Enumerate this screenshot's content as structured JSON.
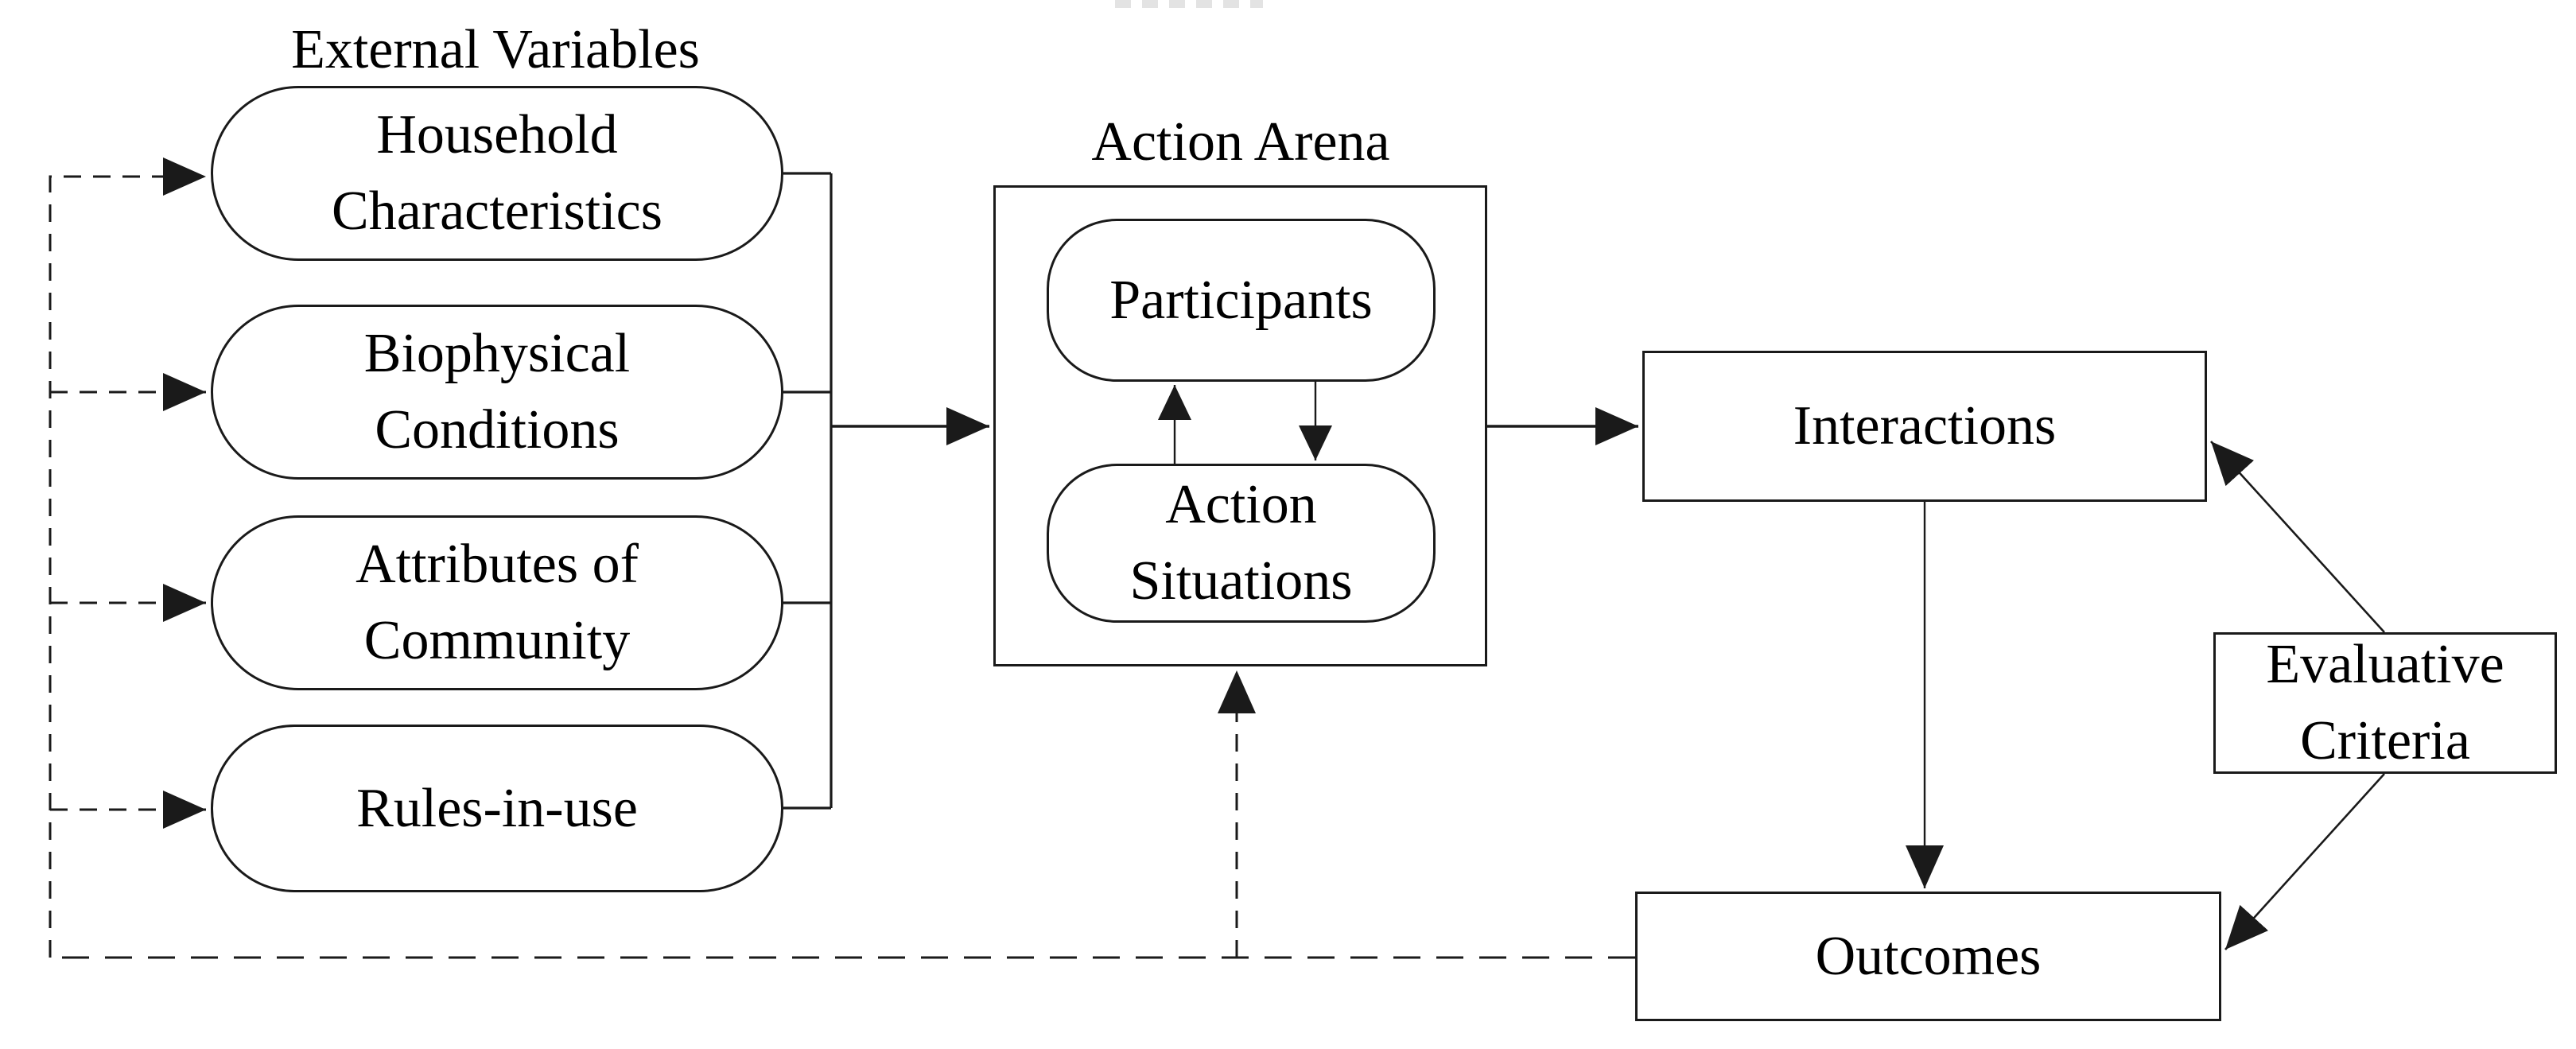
{
  "labels": {
    "external_variables": "External Variables",
    "action_arena": "Action Arena"
  },
  "nodes": {
    "household": {
      "line1": "Household",
      "line2": "Characteristics"
    },
    "biophysical": {
      "line1": "Biophysical",
      "line2": "Conditions"
    },
    "attributes": {
      "line1": "Attributes of",
      "line2": "Community"
    },
    "rules_in_use": {
      "label": "Rules-in-use"
    },
    "participants": {
      "label": "Participants"
    },
    "action_situations": {
      "line1": "Action",
      "line2": "Situations"
    },
    "interactions": {
      "label": "Interactions"
    },
    "outcomes": {
      "label": "Outcomes"
    },
    "evaluative_criteria": {
      "line1": "Evaluative",
      "line2": "Criteria"
    }
  },
  "colors": {
    "line": "#1a1a1a",
    "text": "#000000",
    "background": "#ffffff"
  },
  "edges": [
    {
      "from": "external-variables-bracket",
      "to": "action-arena",
      "style": "solid-arrow"
    },
    {
      "from": "action-arena",
      "to": "interactions",
      "style": "solid-arrow"
    },
    {
      "from": "action-situations",
      "to": "participants",
      "style": "solid-arrow"
    },
    {
      "from": "participants",
      "to": "action-situations",
      "style": "solid-arrow"
    },
    {
      "from": "interactions",
      "to": "outcomes",
      "style": "solid-arrow"
    },
    {
      "from": "evaluative-criteria",
      "to": "interactions",
      "style": "solid-arrow"
    },
    {
      "from": "evaluative-criteria",
      "to": "outcomes",
      "style": "solid-arrow"
    },
    {
      "from": "outcomes",
      "to": "household-characteristics",
      "style": "dashed-arrow"
    },
    {
      "from": "outcomes",
      "to": "biophysical-conditions",
      "style": "dashed-arrow"
    },
    {
      "from": "outcomes",
      "to": "attributes-of-community",
      "style": "dashed-arrow"
    },
    {
      "from": "outcomes",
      "to": "rules-in-use",
      "style": "dashed-arrow"
    },
    {
      "from": "outcomes",
      "to": "action-arena",
      "style": "dashed-arrow"
    }
  ]
}
